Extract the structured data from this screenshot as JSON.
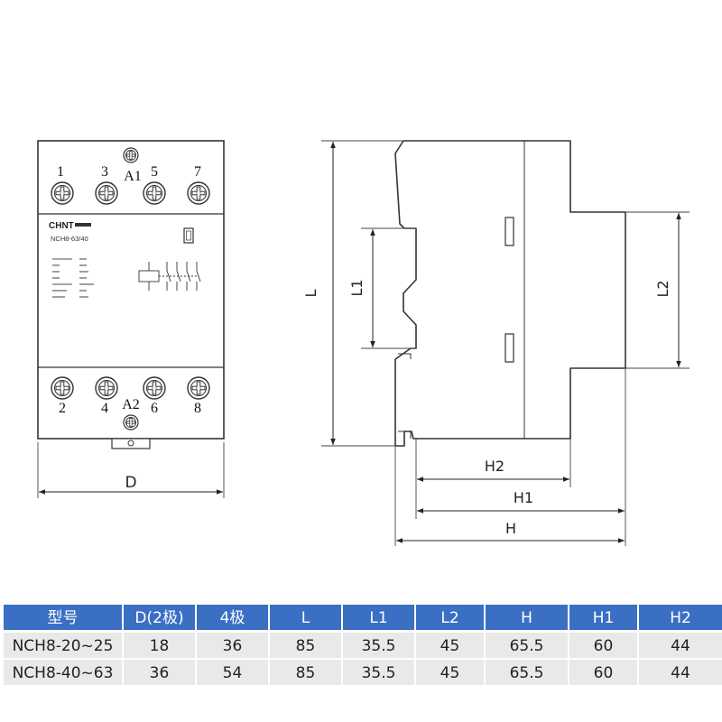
{
  "front_view": {
    "top_terminals": [
      "1",
      "3",
      "A1",
      "5",
      "7"
    ],
    "bottom_terminals": [
      "2",
      "4",
      "A2",
      "6",
      "8"
    ],
    "brand": "CHNT",
    "model": "NCH8-63/40",
    "dimension_label": "D"
  },
  "side_view": {
    "labels": {
      "L": "L",
      "L1": "L1",
      "L2": "L2",
      "H": "H",
      "H1": "H1",
      "H2": "H2"
    }
  },
  "table": {
    "header_color": "#3b6fc4",
    "headers": [
      "型号",
      "D(2极)",
      "4极",
      "L",
      "L1",
      "L2",
      "H",
      "H1",
      "H2"
    ],
    "rows": [
      [
        "NCH8-20~25",
        "18",
        "36",
        "85",
        "35.5",
        "45",
        "65.5",
        "60",
        "44"
      ],
      [
        "NCH8-40~63",
        "36",
        "54",
        "85",
        "35.5",
        "45",
        "65.5",
        "60",
        "44"
      ]
    ]
  }
}
